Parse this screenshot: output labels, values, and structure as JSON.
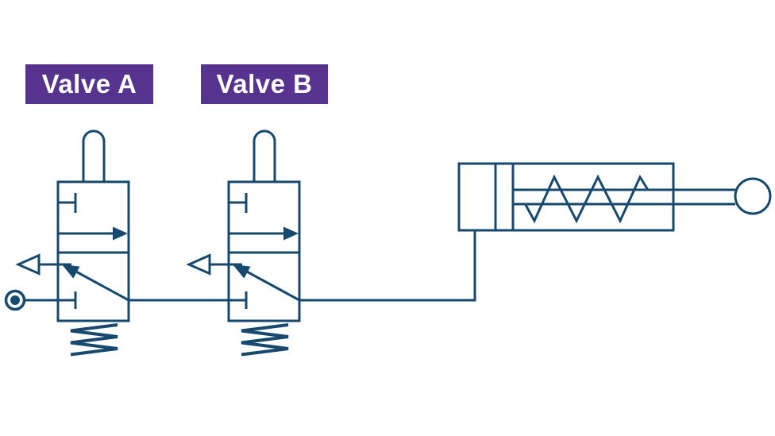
{
  "diagram": {
    "type": "pneumatic-circuit",
    "labels": {
      "valve_a": "Valve A",
      "valve_b": "Valve B"
    },
    "colors": {
      "line": "#16496e",
      "label_background": "#56338f",
      "label_text": "#ffffff",
      "background": "#ffffff"
    },
    "components": [
      "valve-a-3-2-push-button-spring-return-valve",
      "valve-b-3-2-push-button-spring-return-valve",
      "single-acting-spring-return-cylinder",
      "air-supply-port"
    ]
  }
}
